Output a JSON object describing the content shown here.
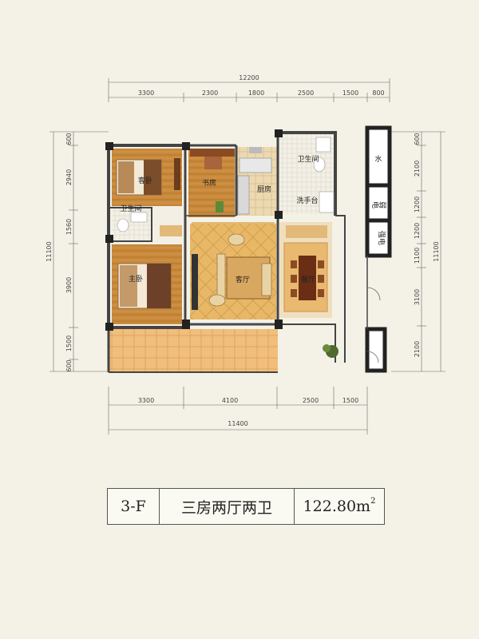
{
  "plan": {
    "top_dims": [
      "12200",
      "3300",
      "2300",
      "1800",
      "2500",
      "1500",
      "800"
    ],
    "bottom_dims": [
      "3300",
      "4100",
      "2500",
      "1500",
      "11400"
    ],
    "left_dims": [
      "600",
      "2940",
      "1560",
      "3900",
      "1500",
      "600",
      "11100"
    ],
    "right_dims": [
      "600",
      "2100",
      "1200",
      "1200",
      "1100",
      "3100",
      "2100",
      "11100"
    ],
    "rooms": {
      "guest_bedroom": "客卧",
      "study": "书房",
      "kitchen": "厨房",
      "bathroom_top": "卫生间",
      "wash_basin": "洗手台",
      "bathroom_left": "卫生间",
      "master_bedroom": "主卧",
      "living_room": "客厅",
      "dining_room": "餐厅",
      "water_shaft": "水",
      "weak_electric": "弱电",
      "strong_electric": "强电"
    }
  },
  "info": {
    "unit_code": "3-F",
    "layout": "三房两厅两卫",
    "area": "122.80m",
    "area_sup": "2"
  }
}
